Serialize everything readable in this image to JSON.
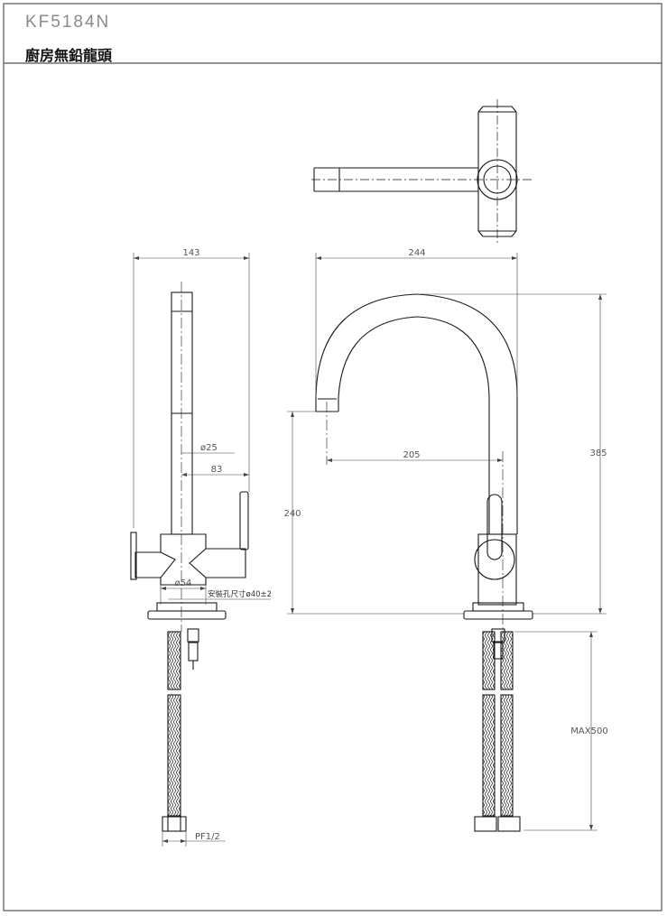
{
  "header": {
    "model": "KF5184N",
    "product_name": "廚房無鉛龍頭"
  },
  "dimensions": {
    "side_width": "143",
    "spout_diameter": "ø25",
    "handle_offset": "83",
    "base_diameter": "ø54",
    "mount_hole": "安裝孔尺寸ø40±2",
    "inlet_thread": "PF1/2",
    "reach": "244",
    "spout_reach": "205",
    "height": "385",
    "spout_height": "240",
    "hose_length": "MAX500"
  },
  "colors": {
    "line": "#1a1a1a",
    "frame": "#555555"
  }
}
